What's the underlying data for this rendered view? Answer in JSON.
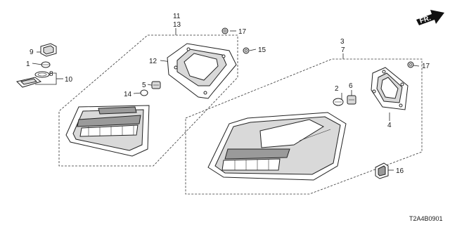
{
  "diagram": {
    "direction_label": "FR.",
    "code": "T2A4B0901",
    "callouts": {
      "c1": "1",
      "c2": "2",
      "c3": "3",
      "c4": "4",
      "c5": "5",
      "c6": "6",
      "c7": "7",
      "c8": "8",
      "c9": "9",
      "c10": "10",
      "c11": "11",
      "c12": "12",
      "c13": "13",
      "c14": "14",
      "c15": "15",
      "c16": "16",
      "c17a": "17",
      "c17b": "17"
    }
  }
}
